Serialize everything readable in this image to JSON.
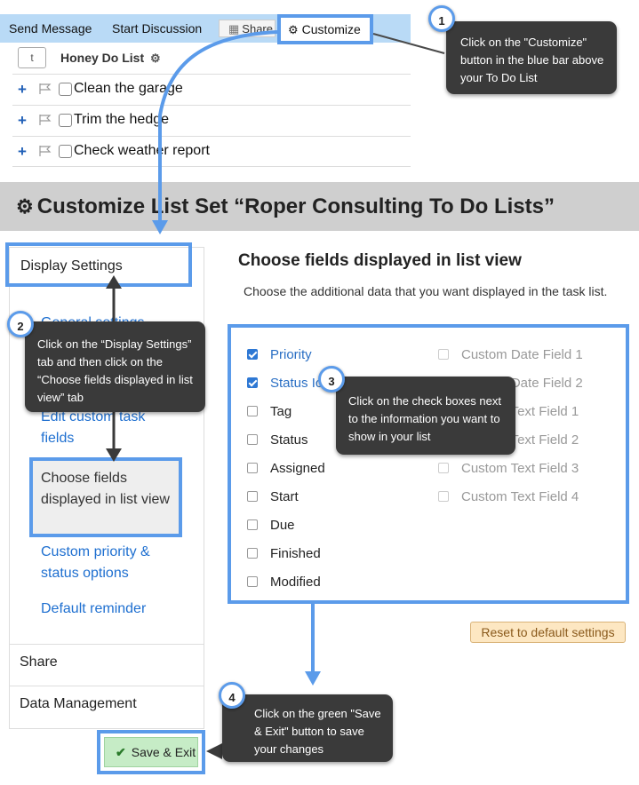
{
  "toolbar": {
    "send_message": "Send Message",
    "start_discussion": "Start Discussion",
    "share": "Share",
    "customize": "Customize"
  },
  "list": {
    "tag_button": "t",
    "title": "Honey Do List",
    "items": [
      "Clean the garage",
      "Trim the hedge",
      "Check weather report"
    ]
  },
  "heading": "Customize List Set “Roper Consulting To Do Lists”",
  "sidebar": {
    "display_settings": "Display Settings",
    "general": "General settings",
    "edit_custom": "Edit custom task fields",
    "choose_fields": "Choose fields displayed in list view",
    "custom_priority": "Custom priority & status options",
    "default_reminder": "Default reminder",
    "share": "Share",
    "data_management": "Data Management"
  },
  "main": {
    "title": "Choose fields displayed in list view",
    "description": "Choose the additional data that you want displayed in the task list.",
    "left_fields": [
      {
        "label": "Priority",
        "checked": true
      },
      {
        "label": "Status Icon",
        "checked": true
      },
      {
        "label": "Tag",
        "checked": false
      },
      {
        "label": "Status",
        "checked": false
      },
      {
        "label": "Assigned",
        "checked": false
      },
      {
        "label": "Start",
        "checked": false
      },
      {
        "label": "Due",
        "checked": false
      },
      {
        "label": "Finished",
        "checked": false
      },
      {
        "label": "Modified",
        "checked": false
      }
    ],
    "right_fields": [
      {
        "label": "Custom Date Field 1",
        "checked": false
      },
      {
        "label": "Custom Date Field 2",
        "checked": false
      },
      {
        "label": "Custom Text Field 1",
        "checked": false
      },
      {
        "label": "Custom Text Field 2",
        "checked": false
      },
      {
        "label": "Custom Text Field 3",
        "checked": false
      },
      {
        "label": "Custom Text Field 4",
        "checked": false
      }
    ],
    "reset": "Reset to default settings",
    "save_exit": "Save & Exit"
  },
  "callouts": {
    "one": {
      "num": "1",
      "text": "Click on the \"Customize\" button in the blue bar above your To Do List"
    },
    "two": {
      "num": "2",
      "text": "Click on the “Display Settings” tab and then click on the “Choose fields displayed in list view” tab"
    },
    "three": {
      "num": "3",
      "text": "Click on the check boxes next to the information you want to show in your list"
    },
    "four": {
      "num": "4",
      "text": "Click on the green \"Save & Exit\" button to save your changes"
    }
  },
  "colors": {
    "highlight": "#5b9bea",
    "link": "#1e6fd0",
    "topbar": "#b9daf6",
    "callout": "#3a3a3a"
  }
}
